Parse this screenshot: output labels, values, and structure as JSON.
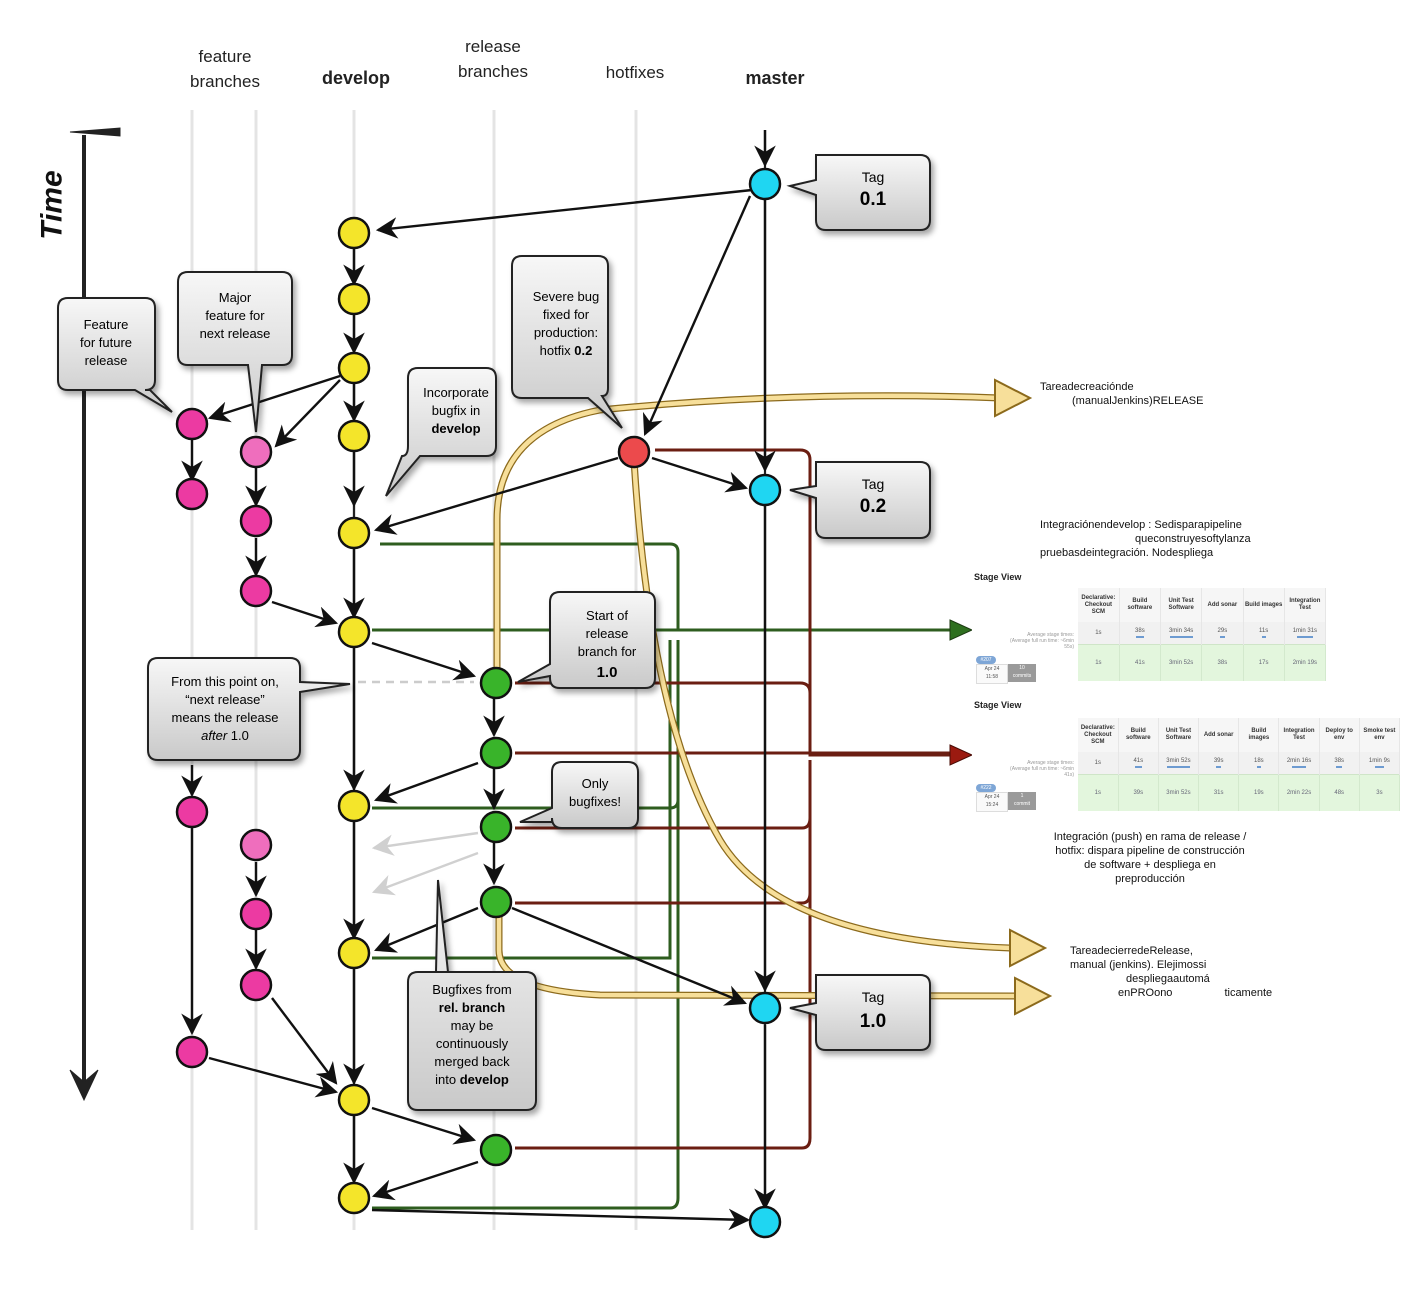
{
  "lanes": [
    {
      "id": "feature",
      "label_line1": "feature",
      "label_line2": "branches"
    },
    {
      "id": "develop",
      "label_line1": "develop",
      "label_line2": ""
    },
    {
      "id": "release",
      "label_line1": "release",
      "label_line2": "branches"
    },
    {
      "id": "hotfix",
      "label_line1": "hotfixes",
      "label_line2": ""
    },
    {
      "id": "master",
      "label_line1": "master",
      "label_line2": ""
    }
  ],
  "time_label": "Time",
  "node_colors": {
    "master": "#1fd6f2",
    "develop": "#f4e52a",
    "feature1": "#ec3aa2",
    "feature2": "#ef6ebd",
    "release": "#39b42a",
    "hotfix": "#ec4a4c"
  },
  "callouts": {
    "tag01": {
      "l1": "Tag",
      "l2": "0.1"
    },
    "tag02": {
      "l1": "Tag",
      "l2": "0.2"
    },
    "tag10": {
      "l1": "Tag",
      "l2": "1.0"
    },
    "future": {
      "l1": "Feature",
      "l2": "for future",
      "l3": "release"
    },
    "major": {
      "l1": "Major",
      "l2": "feature for",
      "l3": "next release"
    },
    "severe": {
      "l1": "Severe bug",
      "l2": "fixed for",
      "l3": "production:",
      "l4a": "hotfix ",
      "l4b": "0.2"
    },
    "incorp": {
      "l1": "Incorporate",
      "l2": "bugfix in",
      "l3": "develop"
    },
    "startrel": {
      "l1": "Start of",
      "l2": "release",
      "l3": "branch for",
      "l4": "1.0"
    },
    "nextrel": {
      "l1": "From this point on,",
      "l2": "“next release”",
      "l3": "means the release",
      "l4a": "after",
      "l4b": " 1.0"
    },
    "onlybug": {
      "l1": "Only",
      "l2": "bugfixes!"
    },
    "bugfixes": {
      "l1": "Bugfixes from",
      "l2": "rel. branch",
      "l3": "may be",
      "l4": "continuously",
      "l5": "merged back",
      "l6a": "into ",
      "l6b": "develop"
    }
  },
  "notes": {
    "create_release": {
      "l1": "Tareadecreaciónde",
      "l2": "(manualJenkins)",
      "l3": "RELEASE"
    },
    "develop_integration": {
      "l1": "Integraciónendevelop : Sedisparapipeline",
      "l2": "queconstruyesoftylanza",
      "l3": "pruebasdeintegración. Nodespliega"
    },
    "release_integration": {
      "l1": "Integración (push) en rama de release /",
      "l2": "hotfix: dispara pipeline de construcción",
      "l3": "de software + despliega en",
      "l4": "preproducción"
    },
    "close_release": {
      "l1": "TareadecierredeRelease,",
      "l2": "manual (jenkins). Elejimossi",
      "l3": "despliegaautomá",
      "l4": "enPROono",
      "l5": "ticamente"
    }
  },
  "stage_view_1": {
    "title": "Stage View",
    "headers": [
      "Declarative: Checkout SCM",
      "Build software",
      "Unit Test Software",
      "Add sonar",
      "Build images",
      "Integration Test"
    ],
    "avg_label": "Average stage times:",
    "avg_label2": "(Average full run time: ~6min",
    "avg_label3": "55s)",
    "avg": [
      "1s",
      "38s",
      "3min 34s",
      "29s",
      "11s",
      "1min 31s"
    ],
    "run": [
      "1s",
      "41s",
      "3min 52s",
      "38s",
      "17s",
      "2min 19s"
    ],
    "badge": "#207",
    "date": "Apr 24",
    "time": "11:58",
    "commits_count": "10",
    "commits_label": "commits"
  },
  "stage_view_2": {
    "title": "Stage View",
    "headers": [
      "Declarative: Checkout SCM",
      "Build software",
      "Unit Test Software",
      "Add sonar",
      "Build images",
      "Integration Test",
      "Deploy to env",
      "Smoke test env"
    ],
    "avg_label": "Average stage times:",
    "avg_label2": "(Average full run time: ~6min",
    "avg_label3": "41s)",
    "avg": [
      "1s",
      "41s",
      "3min 52s",
      "39s",
      "18s",
      "2min 16s",
      "38s",
      "1min 9s"
    ],
    "run": [
      "1s",
      "39s",
      "3min 52s",
      "31s",
      "19s",
      "2min 22s",
      "48s",
      "3s"
    ],
    "badge": "#222",
    "date": "Apr 24",
    "time": "15:24",
    "commits_count": "1",
    "commits_label": "commit"
  }
}
